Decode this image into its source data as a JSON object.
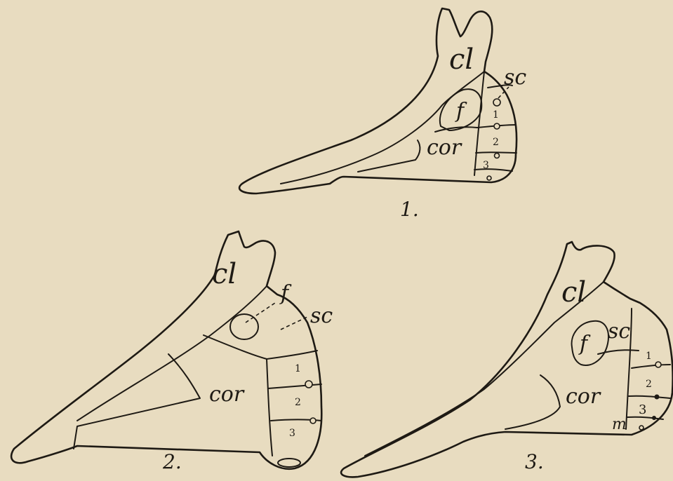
{
  "figures": [
    {
      "number": "1.",
      "labels": {
        "clavicle": "cl",
        "scapula": "sc",
        "foramen": "f",
        "coracoid": "cor"
      },
      "segments": [
        "1",
        "2",
        "3"
      ]
    },
    {
      "number": "2.",
      "labels": {
        "clavicle": "cl",
        "scapula": "sc",
        "foramen": "f",
        "coracoid": "cor"
      },
      "segments": [
        "1",
        "2",
        "3"
      ]
    },
    {
      "number": "3.",
      "labels": {
        "clavicle": "cl",
        "scapula": "sc",
        "foramen": "f",
        "coracoid": "cor",
        "mesocoracoid": "m"
      },
      "segments": [
        "1",
        "2",
        "3"
      ]
    }
  ],
  "colors": {
    "paper": "#e8dcc0",
    "ink": "#1e1a14"
  }
}
